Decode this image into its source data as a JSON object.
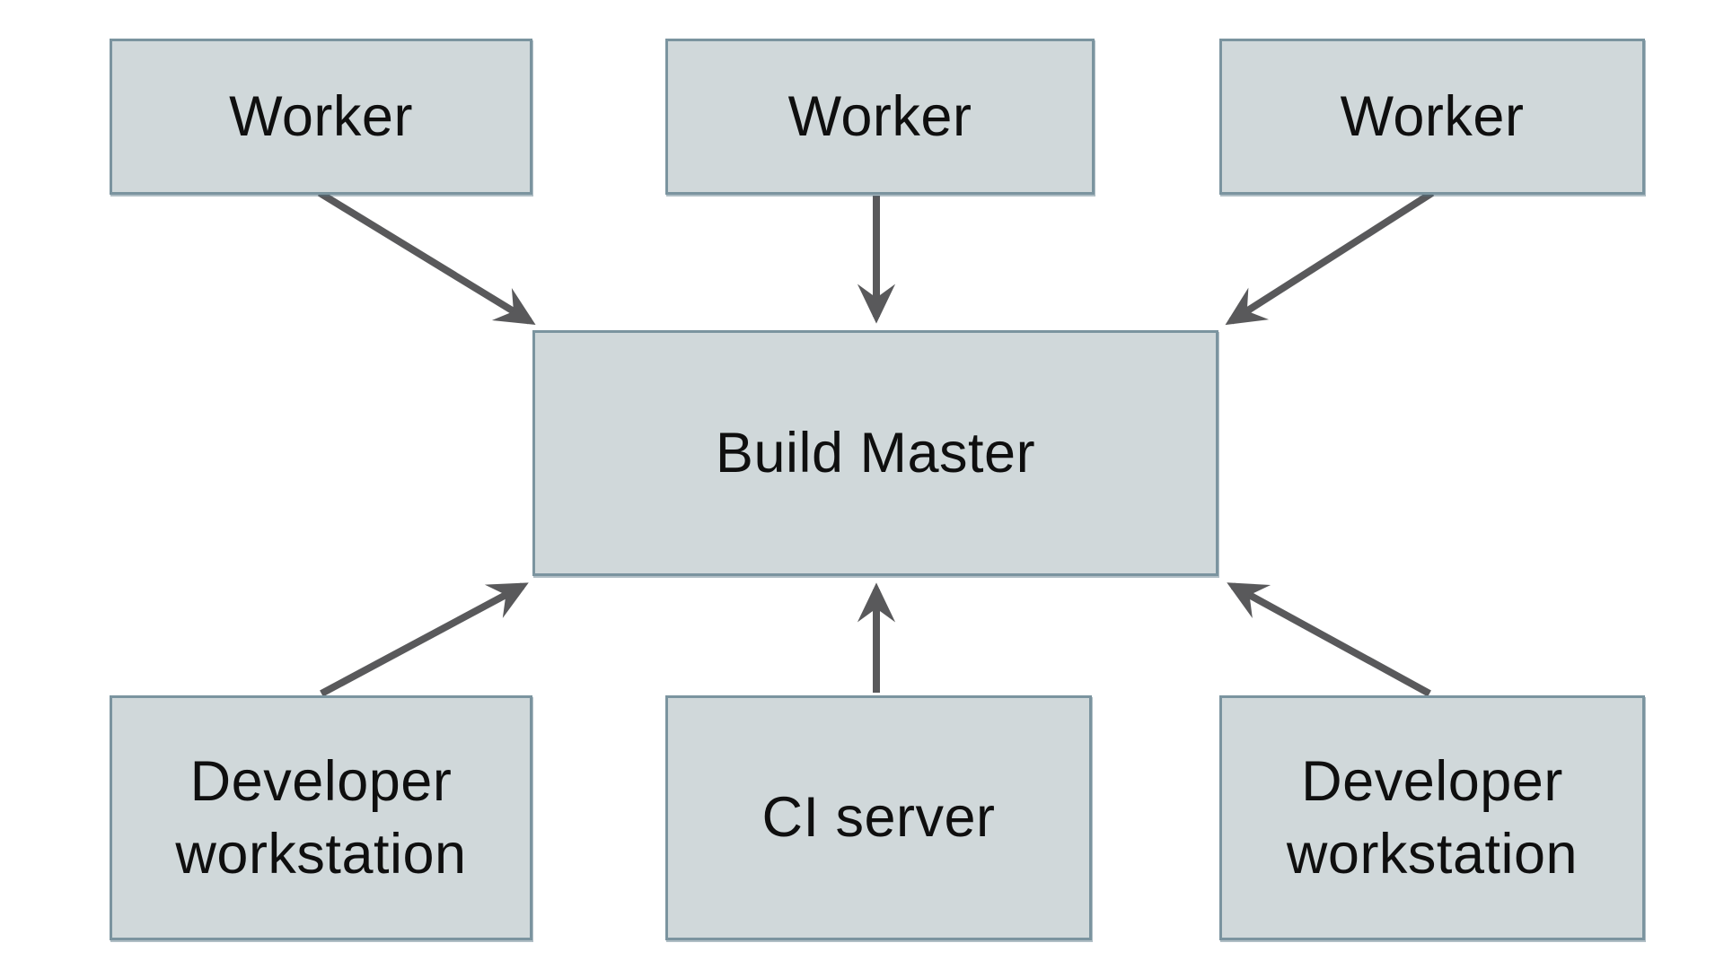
{
  "canvas": {
    "background": "#ffffff"
  },
  "colors": {
    "node_fill": "#d0d8da",
    "node_border": "#7b949f",
    "arrow": "#59595b",
    "text": "#0f0f0f"
  },
  "nodes": {
    "worker1": {
      "label": "Worker"
    },
    "worker2": {
      "label": "Worker"
    },
    "worker3": {
      "label": "Worker"
    },
    "buildMaster": {
      "label": "Build Master"
    },
    "devWs1": {
      "label": "Developer workstation"
    },
    "ciServer": {
      "label": "CI server"
    },
    "devWs2": {
      "label": "Developer workstation"
    }
  },
  "edges": [
    {
      "from": "worker1",
      "to": "buildMaster"
    },
    {
      "from": "worker2",
      "to": "buildMaster"
    },
    {
      "from": "worker3",
      "to": "buildMaster"
    },
    {
      "from": "devWs1",
      "to": "buildMaster"
    },
    {
      "from": "ciServer",
      "to": "buildMaster"
    },
    {
      "from": "devWs2",
      "to": "buildMaster"
    }
  ]
}
